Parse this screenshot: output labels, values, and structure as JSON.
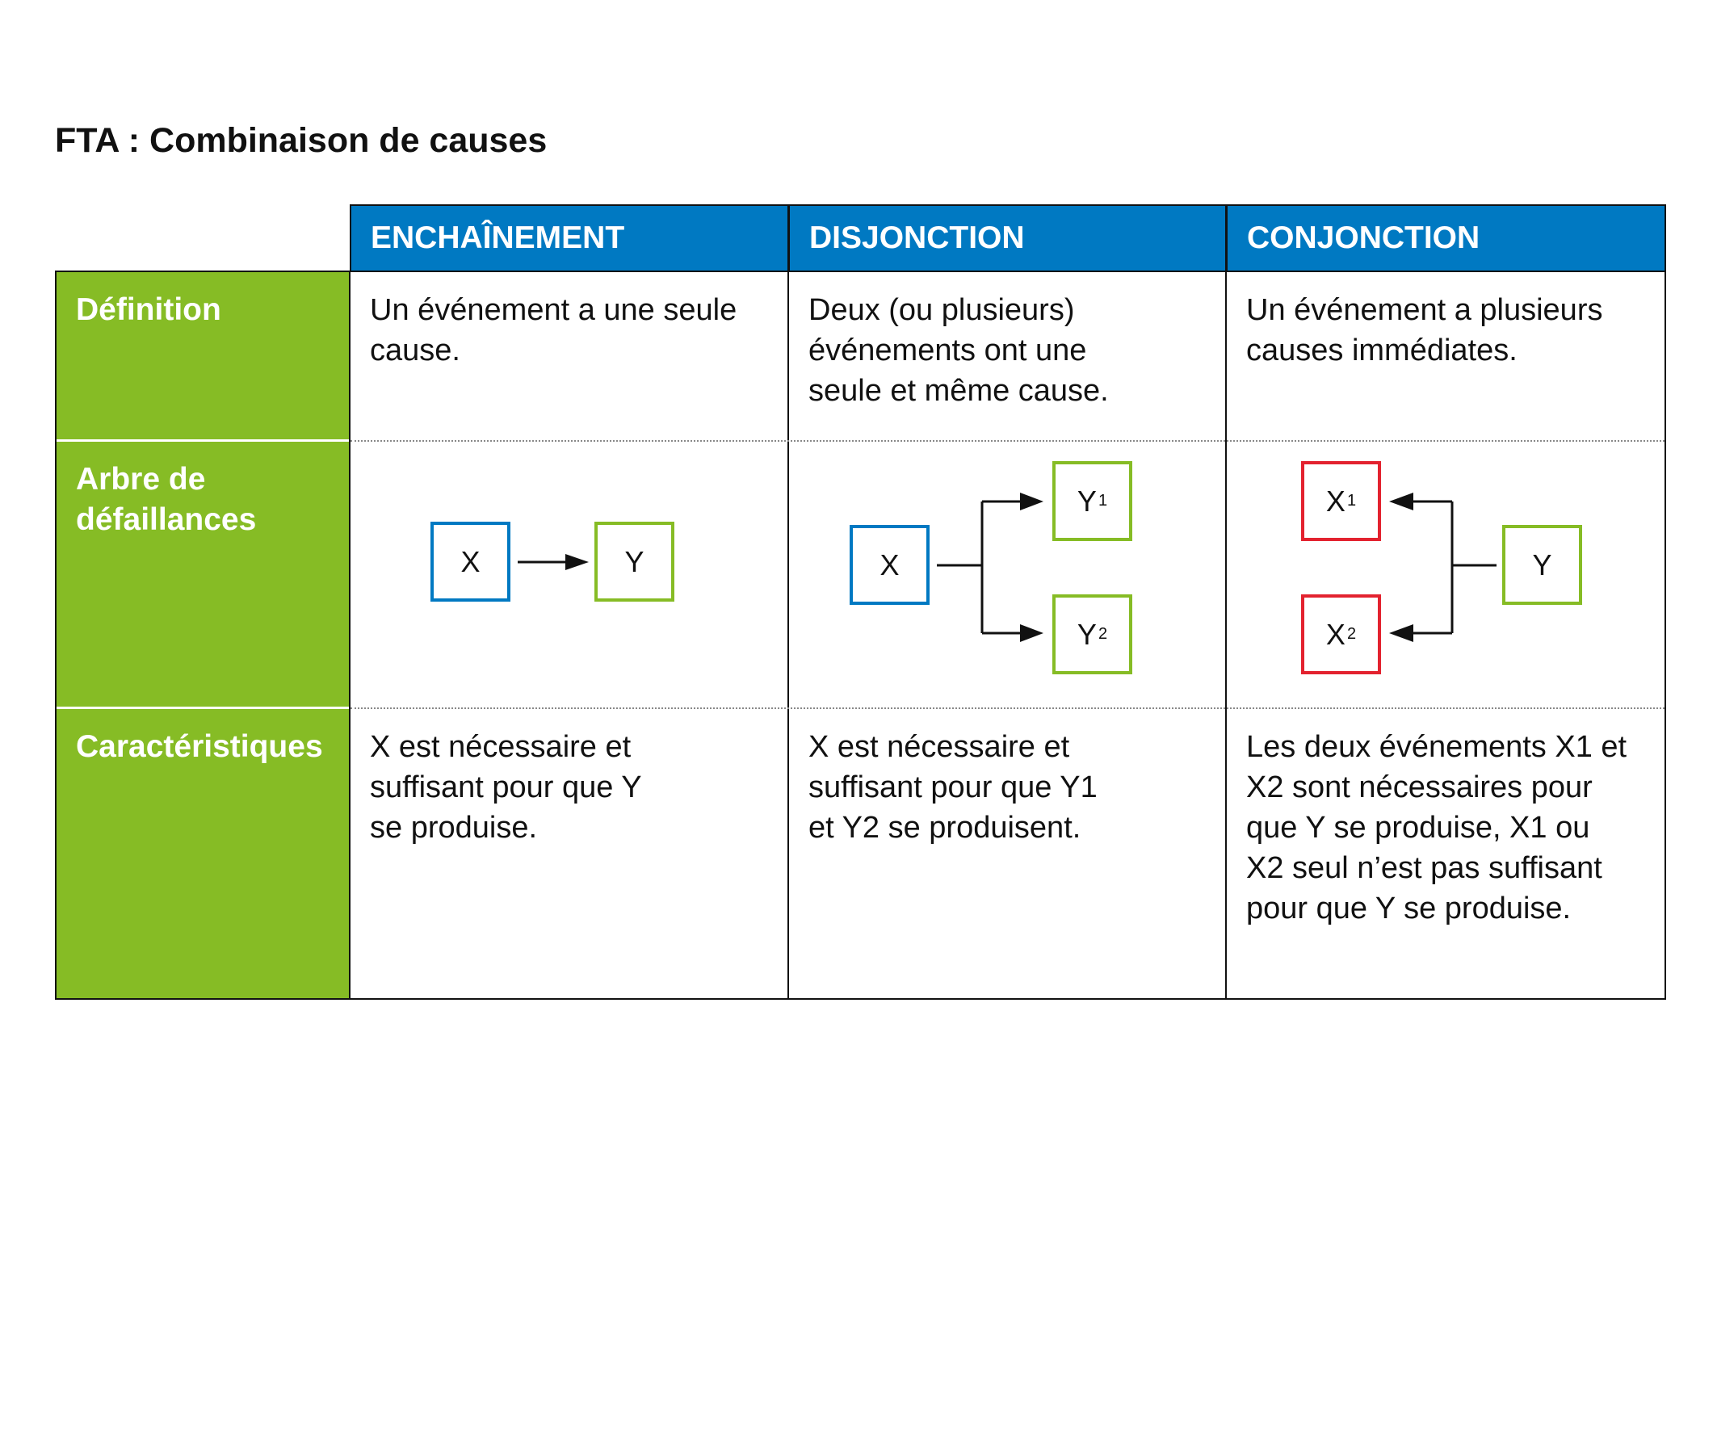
{
  "title": "FTA : Combinaison de causes",
  "columns": [
    "ENCHAÎNEMENT",
    "DISJONCTION",
    "CONJONCTION"
  ],
  "rows": [
    {
      "label": "Définition",
      "cells": [
        "Un événement a une seule cause.",
        "Deux (ou plusieurs) événements ont une seule et même cause.",
        "Un événement a plusieurs causes immédiates."
      ]
    },
    {
      "label": "Arbre de défaillances"
    },
    {
      "label": "Caractéristiques",
      "cells": [
        "X est nécessaire et suffisant pour que Y se produise.",
        "X est nécessaire et suffisant pour que Y1 et Y2 se produisent.",
        "Les deux événements X1 et X2 sont nécessaires pour que Y se produise, X1 ou X2 seul n’est pas suffisant pour que Y se produise."
      ]
    }
  ],
  "diagrams": {
    "enchainement": {
      "cause": "X",
      "effect": "Y"
    },
    "disjonction": {
      "cause": "X",
      "effects": [
        {
          "base": "Y",
          "sub": "1"
        },
        {
          "base": "Y",
          "sub": "2"
        }
      ]
    },
    "conjonction": {
      "causes": [
        {
          "base": "X",
          "sub": "1"
        },
        {
          "base": "X",
          "sub": "2"
        }
      ],
      "effect": "Y"
    }
  },
  "colors": {
    "header": "#0079c2",
    "row_header": "#86bc25",
    "cause_blue": "#0079c2",
    "effect_green": "#86bc25",
    "cause_red": "#e3222f"
  }
}
